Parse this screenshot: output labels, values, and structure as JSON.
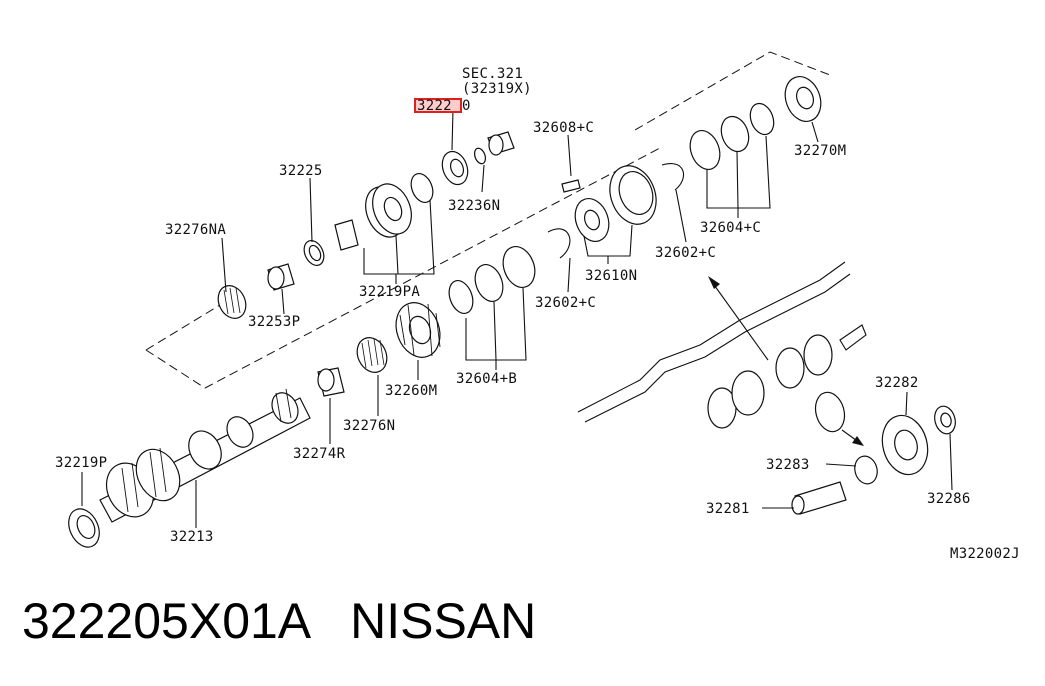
{
  "callouts": {
    "sec_line1": "SEC.321",
    "sec_line2": "(32319X)",
    "highlight_fragment": "3222",
    "highlight_tail": "0",
    "p32225": "32225",
    "p32276NA": "32276NA",
    "p32253P": "32253P",
    "p32219PA": "32219PA",
    "p32236N": "32236N",
    "p32608C": "32608+C",
    "p32270M": "32270M",
    "p32604C": "32604+C",
    "p32602C_top": "32602+C",
    "p32610N": "32610N",
    "p32602C_mid": "32602+C",
    "p32260M": "32260M",
    "p32604B": "32604+B",
    "p32276N": "32276N",
    "p32274R": "32274R",
    "p32219P": "32219P",
    "p32213": "32213",
    "p32282": "32282",
    "p32283": "32283",
    "p32281": "32281",
    "p32286": "32286",
    "drawing_number": "M322002J"
  },
  "caption": {
    "part_number": "322205X01A",
    "brand": "NISSAN"
  },
  "colors": {
    "line": "#111111",
    "highlight": "#e02020",
    "highlight_fill": "#ffcccc"
  }
}
